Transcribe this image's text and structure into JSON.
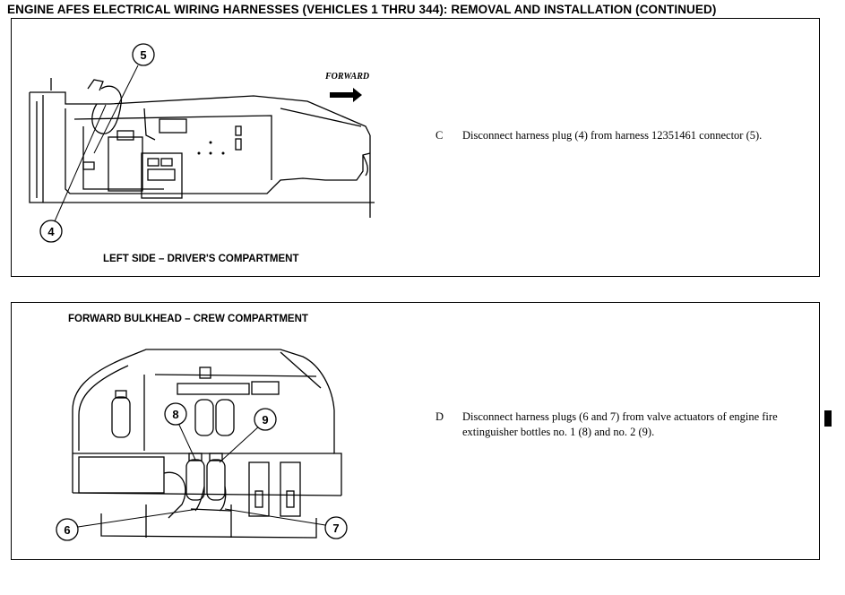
{
  "header": {
    "title": "ENGINE AFES ELECTRICAL WIRING HARNESSES (VEHICLES 1 THRU 344):  REMOVAL AND INSTALLATION (CONTINUED)"
  },
  "panel_1": {
    "caption": "LEFT SIDE – DRIVER'S COMPARTMENT",
    "forward_label": "FORWARD",
    "callouts": [
      "5",
      "4"
    ],
    "step": {
      "letter": "C",
      "text": "Disconnect harness plug (4) from harness 12351461 connector (5)."
    }
  },
  "panel_2": {
    "caption": "FORWARD BULKHEAD – CREW COMPARTMENT",
    "callouts": [
      "8",
      "9",
      "6",
      "7"
    ],
    "step": {
      "letter": "D",
      "text": "Disconnect harness plugs (6 and 7) from valve actuators of engine fire extinguisher bottles no. 1 (8) and no. 2 (9)."
    }
  },
  "icons": {
    "forward_arrow": "arrow-right-icon",
    "page_tab": "page-edge-tab"
  }
}
